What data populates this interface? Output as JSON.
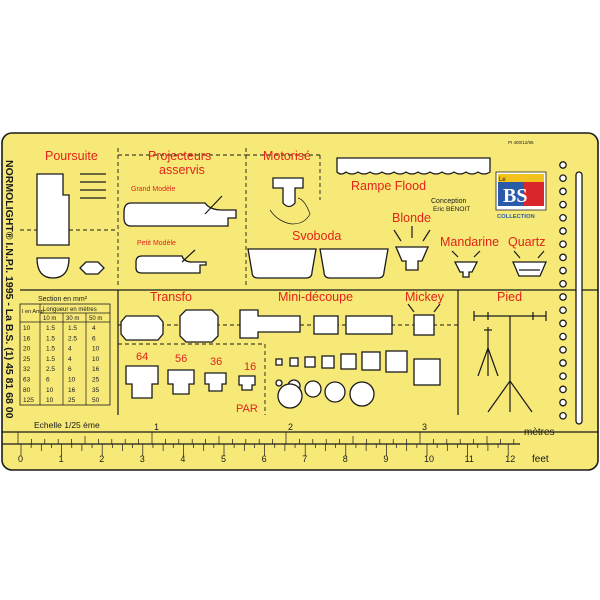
{
  "brand": {
    "vertical_text": "NORMOLIGHT® I.N.P.I. 1995 - La B.S. (1) 45 81 68 00",
    "ref": "PI 400/12/95",
    "logo_big": "BS",
    "logo_small": "Le",
    "logo_word": "COLLECTION"
  },
  "labels": {
    "poursuite": "Poursuite",
    "projecteurs_1": "Projecteurs",
    "projecteurs_2": "asservis",
    "grand_modele": "Grand Modèle",
    "petit_modele": "Petit Modèle",
    "motorise": "Motorisé",
    "rampe_flood": "Rampe Flood",
    "conception_1": "Conception",
    "conception_2": "Eric BENOIT",
    "svoboda": "Svoboda",
    "blonde": "Blonde",
    "mandarine": "Mandarine",
    "quartz": "Quartz",
    "transfo": "Transfo",
    "mini_decoupe": "Mini-découpe",
    "mickey": "Mickey",
    "pied": "Pied",
    "p64": "64",
    "p56": "56",
    "p36": "36",
    "p16": "16",
    "par": "PAR"
  },
  "section_table": {
    "title": "Section en mm²",
    "col_header_1": "I en Amp",
    "col_header_span": "Longueur en mètres",
    "length_cols": [
      "10 m",
      "30 m",
      "50 m"
    ],
    "rows": [
      [
        "10",
        "1.5",
        "1.5",
        "4"
      ],
      [
        "16",
        "1.5",
        "2.5",
        "6"
      ],
      [
        "20",
        "1.5",
        "4",
        "10"
      ],
      [
        "25",
        "1.5",
        "4",
        "10"
      ],
      [
        "32",
        "2.5",
        "6",
        "16"
      ],
      [
        "63",
        "6",
        "10",
        "25"
      ],
      [
        "80",
        "10",
        "16",
        "35"
      ],
      [
        "125",
        "10",
        "25",
        "50"
      ]
    ]
  },
  "ruler": {
    "scale_label": "Echelle 1/25 ème",
    "metres_label": "mètres",
    "metres_ticks": [
      "1",
      "2",
      "3"
    ],
    "feet_label": "feet",
    "feet_ticks": [
      "0",
      "1",
      "2",
      "3",
      "4",
      "5",
      "6",
      "7",
      "8",
      "9",
      "10",
      "11",
      "12"
    ]
  },
  "colors": {
    "plate": "#f7e978",
    "plate_edge": "#1a1a1a",
    "accent_red": "#e2231a",
    "logo_blue": "#2a5aa8",
    "logo_red": "#d8262a",
    "logo_yellow": "#f3c21c"
  }
}
